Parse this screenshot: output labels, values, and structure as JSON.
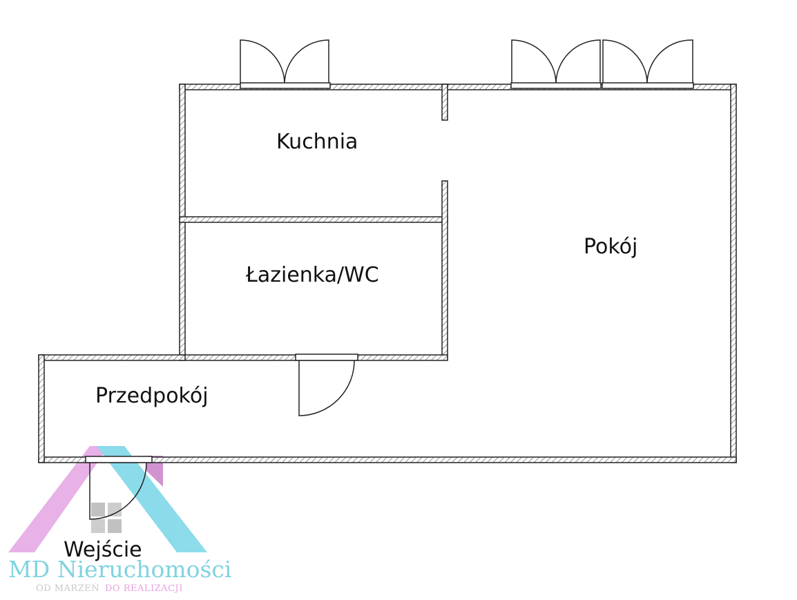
{
  "rooms": {
    "kitchen": "Kuchnia",
    "bathroom": "Łazienka/WC",
    "living": "Pokój",
    "hall": "Przedpokój",
    "entrance": "Wejście"
  },
  "watermark": {
    "brand": "MD Nieruchomości",
    "tagline_part1": "OD MARZEŃ",
    "tagline_part2": "DO REALIZACJI"
  },
  "colors": {
    "wall": "#222222",
    "hatch": "#777777",
    "logo_pink": "#e6a8e6",
    "logo_cyan": "#7fd8e8",
    "logo_grey": "#bbbbbb",
    "brand_text": "#7fd3e0",
    "tagline_pink": "#e8a0e0"
  }
}
